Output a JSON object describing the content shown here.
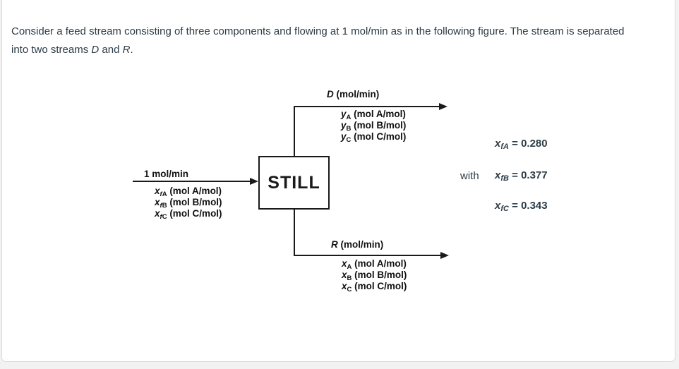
{
  "colors": {
    "page_background": "#f2f2f2",
    "card_background": "#ffffff",
    "card_border": "#d9d9d9",
    "body_text": "#2d3b45",
    "diagram_ink": "#1a1a1a"
  },
  "problem": {
    "line1": "Consider a feed stream consisting of three components and flowing at 1 mol/min as in the following figure. The stream is separated",
    "line2_start": "into two streams ",
    "stream_d": "D",
    "line2_mid": " and ",
    "stream_r": "R",
    "line2_end": "."
  },
  "diagram": {
    "still_label": "STILL",
    "feed": {
      "rate": "1 mol/min",
      "comps": [
        {
          "sym": "x",
          "sub_italic": "f",
          "sub": "A",
          "rest": " (mol A/mol)"
        },
        {
          "sym": "x",
          "sub_italic": "f",
          "sub": "B",
          "rest": " (mol B/mol)"
        },
        {
          "sym": "x",
          "sub_italic": "f",
          "sub": "C",
          "rest": " (mol C/mol)"
        }
      ]
    },
    "distillate": {
      "sym": "D",
      "rest": " (mol/min)",
      "comps": [
        {
          "sym": "y",
          "sub_italic": "",
          "sub": "A",
          "rest": " (mol A/mol)"
        },
        {
          "sym": "y",
          "sub_italic": "",
          "sub": "B",
          "rest": " (mol B/mol)"
        },
        {
          "sym": "y",
          "sub_italic": "",
          "sub": "C",
          "rest": " (mol C/mol)"
        }
      ]
    },
    "residue": {
      "sym": "R",
      "rest": " (mol/min)",
      "comps": [
        {
          "sym": "x",
          "sub_italic": "",
          "sub": "A",
          "rest": " (mol A/mol)"
        },
        {
          "sym": "x",
          "sub_italic": "",
          "sub": "B",
          "rest": " (mol B/mol)"
        },
        {
          "sym": "x",
          "sub_italic": "",
          "sub": "C",
          "rest": " (mol C/mol)"
        }
      ]
    }
  },
  "given": {
    "with_label": "with",
    "values": [
      {
        "sym": "x",
        "sub_italic": "f",
        "sub": "A",
        "eq": " = 0.280"
      },
      {
        "sym": "x",
        "sub_italic": "f",
        "sub": "B",
        "eq": " = 0.377"
      },
      {
        "sym": "x",
        "sub_italic": "f",
        "sub": "C",
        "eq": " = 0.343"
      }
    ]
  }
}
